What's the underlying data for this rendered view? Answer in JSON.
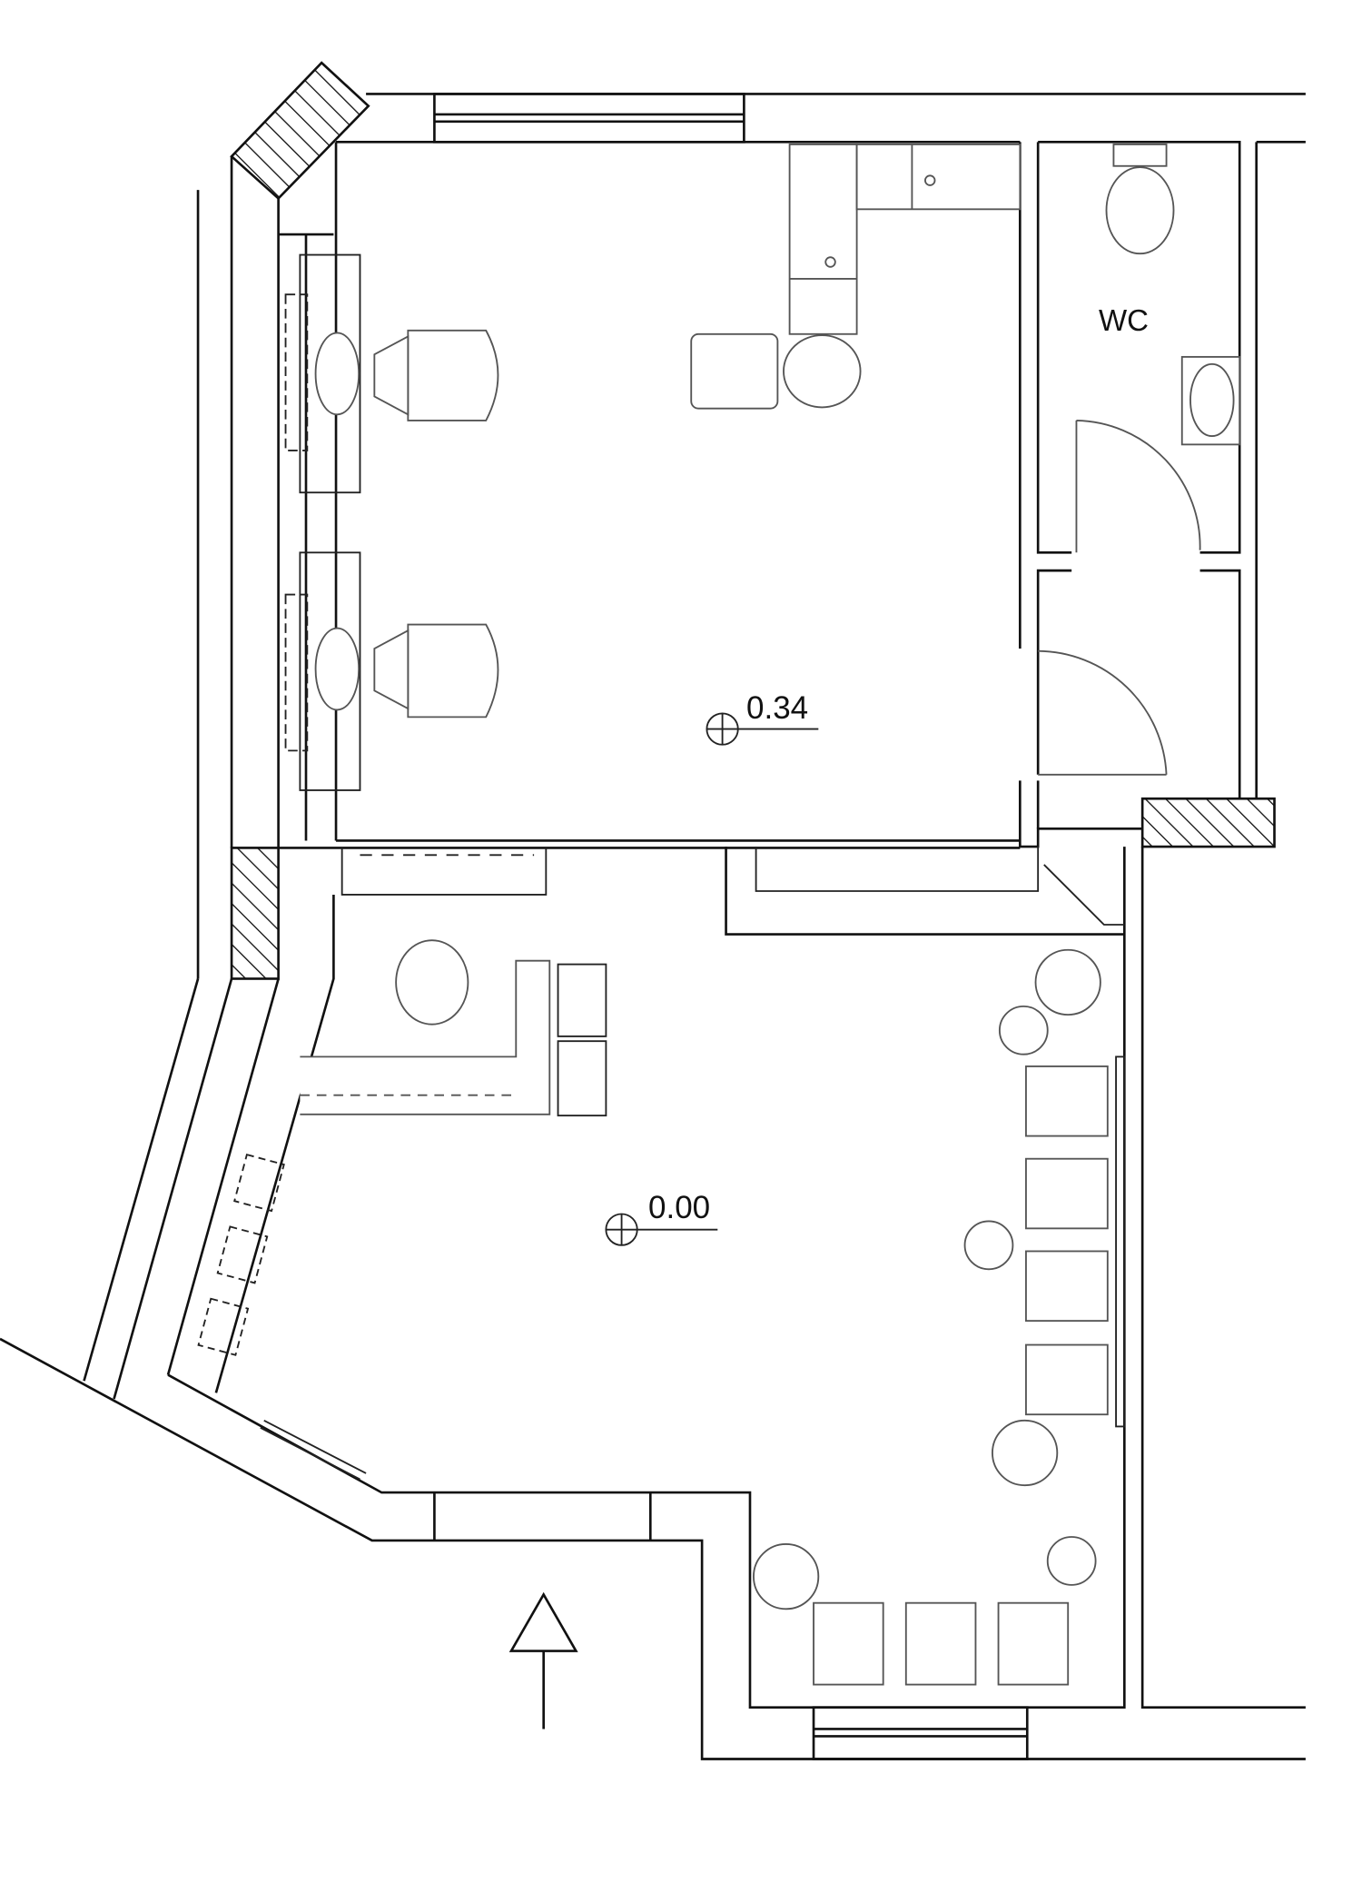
{
  "plan": {
    "rooms": [
      {
        "label": "WC"
      }
    ],
    "levels": [
      {
        "value": "0.34"
      },
      {
        "value": "0.00"
      }
    ],
    "entrance": "arrow-up",
    "colors": {
      "line": "#111111",
      "furniture": "#555555",
      "background": "#ffffff"
    }
  }
}
